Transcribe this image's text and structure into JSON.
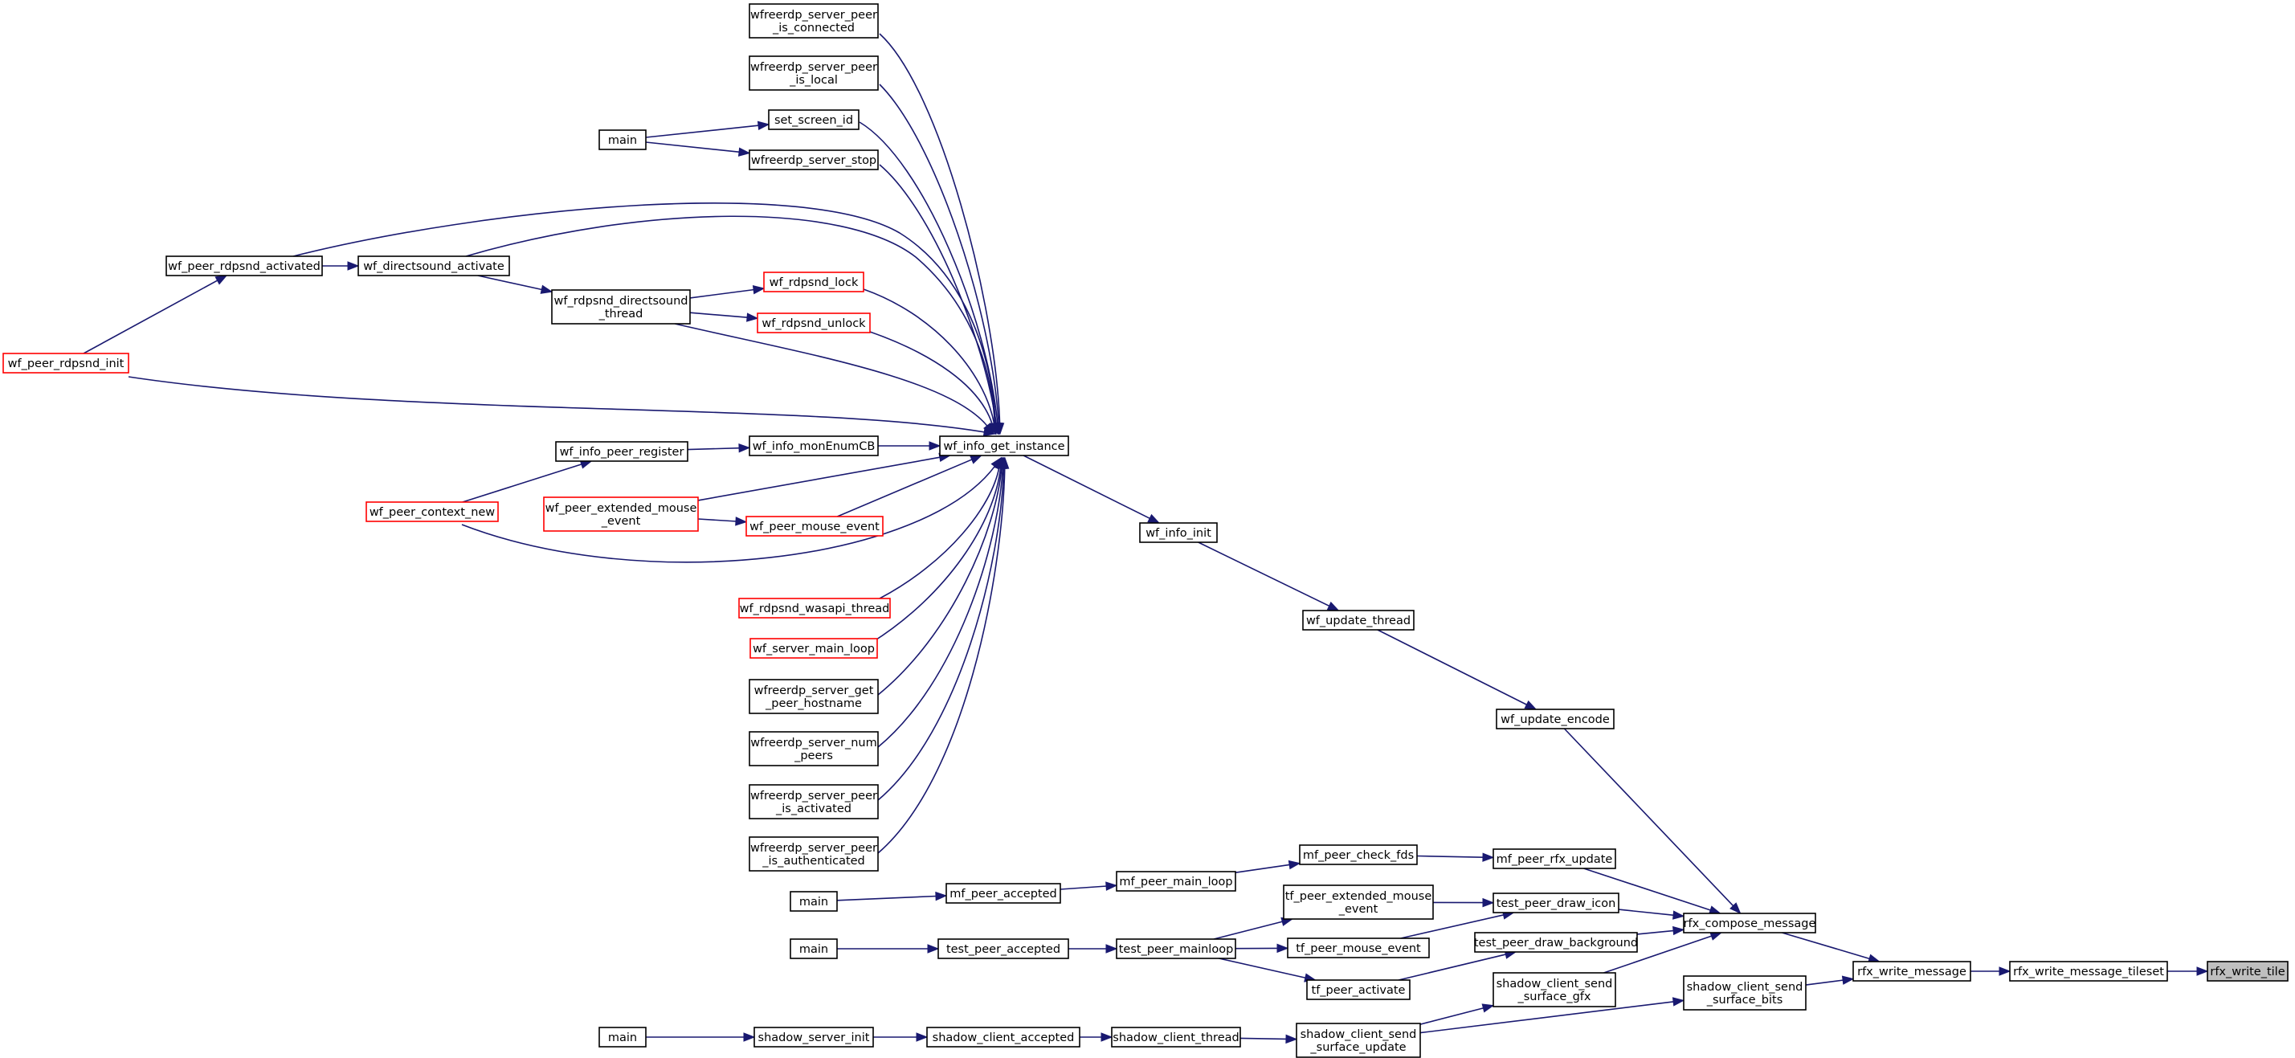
{
  "colors": {
    "edge": "#191970",
    "node_border": "#000000",
    "node_border_incomplete": "#ff0000",
    "current_node_fill": "#bfbfbf"
  },
  "nodes": [
    {
      "id": "rfx_write_tile",
      "lines": [
        "rfx_write_tile"
      ],
      "current": true
    },
    {
      "id": "rfx_write_message_tileset",
      "lines": [
        "rfx_write_message_tileset"
      ]
    },
    {
      "id": "rfx_write_message",
      "lines": [
        "rfx_write_message"
      ]
    },
    {
      "id": "rfx_compose_message",
      "lines": [
        "rfx_compose_message"
      ]
    },
    {
      "id": "shadow_client_send_surface_bits",
      "lines": [
        "shadow_client_send",
        "_surface_bits"
      ]
    },
    {
      "id": "mf_peer_rfx_update",
      "lines": [
        "mf_peer_rfx_update"
      ]
    },
    {
      "id": "test_peer_draw_icon",
      "lines": [
        "test_peer_draw_icon"
      ]
    },
    {
      "id": "test_peer_draw_background",
      "lines": [
        "test_peer_draw_background"
      ]
    },
    {
      "id": "shadow_client_send_surface_gfx",
      "lines": [
        "shadow_client_send",
        "_surface_gfx"
      ]
    },
    {
      "id": "wf_update_encode",
      "lines": [
        "wf_update_encode"
      ]
    },
    {
      "id": "wf_update_thread",
      "lines": [
        "wf_update_thread"
      ]
    },
    {
      "id": "wf_info_init",
      "lines": [
        "wf_info_init"
      ]
    },
    {
      "id": "wf_info_get_instance",
      "lines": [
        "wf_info_get_instance"
      ]
    },
    {
      "id": "mf_peer_check_fds",
      "lines": [
        "mf_peer_check_fds"
      ]
    },
    {
      "id": "tf_peer_extended_mouse_event",
      "lines": [
        "tf_peer_extended_mouse",
        "_event"
      ]
    },
    {
      "id": "tf_peer_mouse_event",
      "lines": [
        "tf_peer_mouse_event"
      ]
    },
    {
      "id": "tf_peer_activate",
      "lines": [
        "tf_peer_activate"
      ]
    },
    {
      "id": "shadow_client_send_surface_update",
      "lines": [
        "shadow_client_send",
        "_surface_update"
      ]
    },
    {
      "id": "mf_peer_main_loop",
      "lines": [
        "mf_peer_main_loop"
      ]
    },
    {
      "id": "test_peer_mainloop",
      "lines": [
        "test_peer_mainloop"
      ]
    },
    {
      "id": "shadow_client_thread",
      "lines": [
        "shadow_client_thread"
      ]
    },
    {
      "id": "mf_peer_accepted",
      "lines": [
        "mf_peer_accepted"
      ]
    },
    {
      "id": "test_peer_accepted",
      "lines": [
        "test_peer_accepted"
      ]
    },
    {
      "id": "shadow_client_accepted",
      "lines": [
        "shadow_client_accepted"
      ]
    },
    {
      "id": "shadow_server_init",
      "lines": [
        "shadow_server_init"
      ]
    },
    {
      "id": "main_mf",
      "lines": [
        "main"
      ]
    },
    {
      "id": "main_test",
      "lines": [
        "main"
      ]
    },
    {
      "id": "main_shadow",
      "lines": [
        "main"
      ]
    },
    {
      "id": "wfreerdp_server_peer_is_connected",
      "lines": [
        "wfreerdp_server_peer",
        "_is_connected"
      ]
    },
    {
      "id": "wfreerdp_server_peer_is_local",
      "lines": [
        "wfreerdp_server_peer",
        "_is_local"
      ]
    },
    {
      "id": "set_screen_id",
      "lines": [
        "set_screen_id"
      ]
    },
    {
      "id": "wfreerdp_server_stop",
      "lines": [
        "wfreerdp_server_stop"
      ]
    },
    {
      "id": "main_wf",
      "lines": [
        "main"
      ]
    },
    {
      "id": "wf_peer_rdpsnd_activated",
      "lines": [
        "wf_peer_rdpsnd_activated"
      ]
    },
    {
      "id": "wf_directsound_activate",
      "lines": [
        "wf_directsound_activate"
      ]
    },
    {
      "id": "wf_rdpsnd_directsound_thread",
      "lines": [
        "wf_rdpsnd_directsound",
        "_thread"
      ]
    },
    {
      "id": "wf_rdpsnd_lock",
      "lines": [
        "wf_rdpsnd_lock"
      ],
      "incomplete": true
    },
    {
      "id": "wf_rdpsnd_unlock",
      "lines": [
        "wf_rdpsnd_unlock"
      ],
      "incomplete": true
    },
    {
      "id": "wf_peer_rdpsnd_init",
      "lines": [
        "wf_peer_rdpsnd_init"
      ],
      "incomplete": true
    },
    {
      "id": "wf_info_peer_register",
      "lines": [
        "wf_info_peer_register"
      ]
    },
    {
      "id": "wf_info_monEnumCB",
      "lines": [
        "wf_info_monEnumCB"
      ]
    },
    {
      "id": "wf_peer_context_new",
      "lines": [
        "wf_peer_context_new"
      ],
      "incomplete": true
    },
    {
      "id": "wf_peer_extended_mouse_event",
      "lines": [
        "wf_peer_extended_mouse",
        "_event"
      ],
      "incomplete": true
    },
    {
      "id": "wf_peer_mouse_event",
      "lines": [
        "wf_peer_mouse_event"
      ],
      "incomplete": true
    },
    {
      "id": "wf_rdpsnd_wasapi_thread",
      "lines": [
        "wf_rdpsnd_wasapi_thread"
      ],
      "incomplete": true
    },
    {
      "id": "wf_server_main_loop",
      "lines": [
        "wf_server_main_loop"
      ],
      "incomplete": true
    },
    {
      "id": "wfreerdp_server_get_peer_hostname",
      "lines": [
        "wfreerdp_server_get",
        "_peer_hostname"
      ]
    },
    {
      "id": "wfreerdp_server_num_peers",
      "lines": [
        "wfreerdp_server_num",
        "_peers"
      ]
    },
    {
      "id": "wfreerdp_server_peer_is_activated",
      "lines": [
        "wfreerdp_server_peer",
        "_is_activated"
      ]
    },
    {
      "id": "wfreerdp_server_peer_is_authenticated",
      "lines": [
        "wfreerdp_server_peer",
        "_is_authenticated"
      ]
    }
  ],
  "edges": [
    {
      "from": "rfx_write_message_tileset",
      "to": "rfx_write_tile"
    },
    {
      "from": "rfx_write_message",
      "to": "rfx_write_message_tileset"
    },
    {
      "from": "rfx_compose_message",
      "to": "rfx_write_message"
    },
    {
      "from": "shadow_client_send_surface_bits",
      "to": "rfx_write_message"
    },
    {
      "from": "mf_peer_rfx_update",
      "to": "rfx_compose_message"
    },
    {
      "from": "test_peer_draw_icon",
      "to": "rfx_compose_message"
    },
    {
      "from": "test_peer_draw_background",
      "to": "rfx_compose_message"
    },
    {
      "from": "shadow_client_send_surface_gfx",
      "to": "rfx_compose_message"
    },
    {
      "from": "wf_update_encode",
      "to": "rfx_compose_message"
    },
    {
      "from": "wf_update_thread",
      "to": "wf_update_encode"
    },
    {
      "from": "wf_info_init",
      "to": "wf_update_thread"
    },
    {
      "from": "wf_info_get_instance",
      "to": "wf_info_init"
    },
    {
      "from": "mf_peer_check_fds",
      "to": "mf_peer_rfx_update"
    },
    {
      "from": "tf_peer_extended_mouse_event",
      "to": "test_peer_draw_icon"
    },
    {
      "from": "tf_peer_mouse_event",
      "to": "test_peer_draw_icon"
    },
    {
      "from": "tf_peer_activate",
      "to": "test_peer_draw_background"
    },
    {
      "from": "shadow_client_send_surface_update",
      "to": "shadow_client_send_surface_gfx"
    },
    {
      "from": "shadow_client_send_surface_update",
      "to": "shadow_client_send_surface_bits"
    },
    {
      "from": "mf_peer_main_loop",
      "to": "mf_peer_check_fds"
    },
    {
      "from": "test_peer_mainloop",
      "to": "tf_peer_extended_mouse_event"
    },
    {
      "from": "test_peer_mainloop",
      "to": "tf_peer_mouse_event"
    },
    {
      "from": "test_peer_mainloop",
      "to": "tf_peer_activate"
    },
    {
      "from": "shadow_client_thread",
      "to": "shadow_client_send_surface_update"
    },
    {
      "from": "mf_peer_accepted",
      "to": "mf_peer_main_loop"
    },
    {
      "from": "test_peer_accepted",
      "to": "test_peer_mainloop"
    },
    {
      "from": "shadow_client_accepted",
      "to": "shadow_client_thread"
    },
    {
      "from": "shadow_server_init",
      "to": "shadow_client_accepted"
    },
    {
      "from": "main_mf",
      "to": "mf_peer_accepted"
    },
    {
      "from": "main_test",
      "to": "test_peer_accepted"
    },
    {
      "from": "main_shadow",
      "to": "shadow_server_init"
    },
    {
      "from": "wfreerdp_server_peer_is_connected",
      "to": "wf_info_get_instance"
    },
    {
      "from": "wfreerdp_server_peer_is_local",
      "to": "wf_info_get_instance"
    },
    {
      "from": "set_screen_id",
      "to": "wf_info_get_instance"
    },
    {
      "from": "wfreerdp_server_stop",
      "to": "wf_info_get_instance"
    },
    {
      "from": "main_wf",
      "to": "set_screen_id"
    },
    {
      "from": "main_wf",
      "to": "wfreerdp_server_stop"
    },
    {
      "from": "wf_peer_rdpsnd_activated",
      "to": "wf_info_get_instance"
    },
    {
      "from": "wf_directsound_activate",
      "to": "wf_info_get_instance"
    },
    {
      "from": "wf_peer_rdpsnd_activated",
      "to": "wf_directsound_activate"
    },
    {
      "from": "wf_peer_rdpsnd_init",
      "to": "wf_peer_rdpsnd_activated"
    },
    {
      "from": "wf_peer_rdpsnd_init",
      "to": "wf_info_get_instance"
    },
    {
      "from": "wf_directsound_activate",
      "to": "wf_rdpsnd_directsound_thread"
    },
    {
      "from": "wf_rdpsnd_directsound_thread",
      "to": "wf_rdpsnd_lock"
    },
    {
      "from": "wf_rdpsnd_directsound_thread",
      "to": "wf_rdpsnd_unlock"
    },
    {
      "from": "wf_rdpsnd_directsound_thread",
      "to": "wf_info_get_instance"
    },
    {
      "from": "wf_rdpsnd_lock",
      "to": "wf_info_get_instance"
    },
    {
      "from": "wf_rdpsnd_unlock",
      "to": "wf_info_get_instance"
    },
    {
      "from": "wf_info_peer_register",
      "to": "wf_info_monEnumCB"
    },
    {
      "from": "wf_info_monEnumCB",
      "to": "wf_info_get_instance"
    },
    {
      "from": "wf_peer_context_new",
      "to": "wf_info_peer_register"
    },
    {
      "from": "wf_peer_context_new",
      "to": "wf_info_get_instance"
    },
    {
      "from": "wf_peer_extended_mouse_event",
      "to": "wf_info_get_instance"
    },
    {
      "from": "wf_peer_extended_mouse_event",
      "to": "wf_peer_mouse_event"
    },
    {
      "from": "wf_peer_mouse_event",
      "to": "wf_info_get_instance"
    },
    {
      "from": "wf_rdpsnd_wasapi_thread",
      "to": "wf_info_get_instance"
    },
    {
      "from": "wf_server_main_loop",
      "to": "wf_info_get_instance"
    },
    {
      "from": "wfreerdp_server_get_peer_hostname",
      "to": "wf_info_get_instance"
    },
    {
      "from": "wfreerdp_server_num_peers",
      "to": "wf_info_get_instance"
    },
    {
      "from": "wfreerdp_server_peer_is_activated",
      "to": "wf_info_get_instance"
    },
    {
      "from": "wfreerdp_server_peer_is_authenticated",
      "to": "wf_info_get_instance"
    }
  ]
}
